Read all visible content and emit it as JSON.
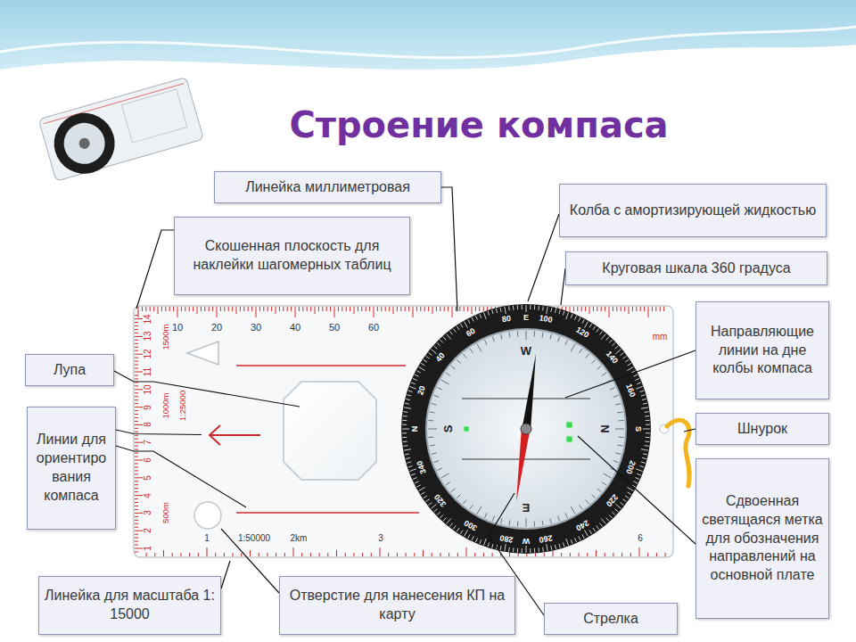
{
  "diagram": {
    "title": "Строение компаса",
    "nodes": [
      {
        "text": [
          "Линейка миллиметровая"
        ]
      },
      {
        "text": [
          "Скошенная плоскость для наклейки шагомерных таблиц"
        ]
      },
      {
        "text": [
          "Лупа"
        ]
      },
      {
        "text": [
          "Линии для ориентирования компаса"
        ]
      },
      {
        "text": [
          "Колба с амортизирующей жидкостью"
        ]
      },
      {
        "text": [
          "Круговая шкала 360 градуса"
        ]
      },
      {
        "text": [
          "Направляющие линии на дне колбы компаса"
        ]
      },
      {
        "text": [
          "Шнурок"
        ]
      },
      {
        "text": [
          "Сдвоенная светящаяся метка для обозначения направлений на основной плате"
        ]
      },
      {
        "text": [
          "Линейка для масштаба 1: 15000"
        ]
      },
      {
        "text": [
          "Отверстие для нанесения КП на карту"
        ]
      },
      {
        "text": [
          "Стрелка"
        ]
      }
    ],
    "labels": [
      "10",
      "20",
      "30",
      "40",
      "50",
      "60",
      "mm",
      "1",
      "2",
      "3",
      "4",
      "5",
      "6",
      "7",
      "8",
      "9",
      "10",
      "11",
      "12",
      "13",
      "14",
      "1500m",
      "1000m",
      "1:25000",
      "500m",
      "1",
      "1:50000",
      "2km",
      "3",
      "6",
      "N",
      "20",
      "40",
      "60",
      "80",
      "E",
      "100",
      "120",
      "140",
      "160",
      "S",
      "200",
      "220",
      "240",
      "260",
      "W",
      "280",
      "300",
      "320",
      "340",
      "W",
      "N",
      "E",
      "S"
    ]
  }
}
